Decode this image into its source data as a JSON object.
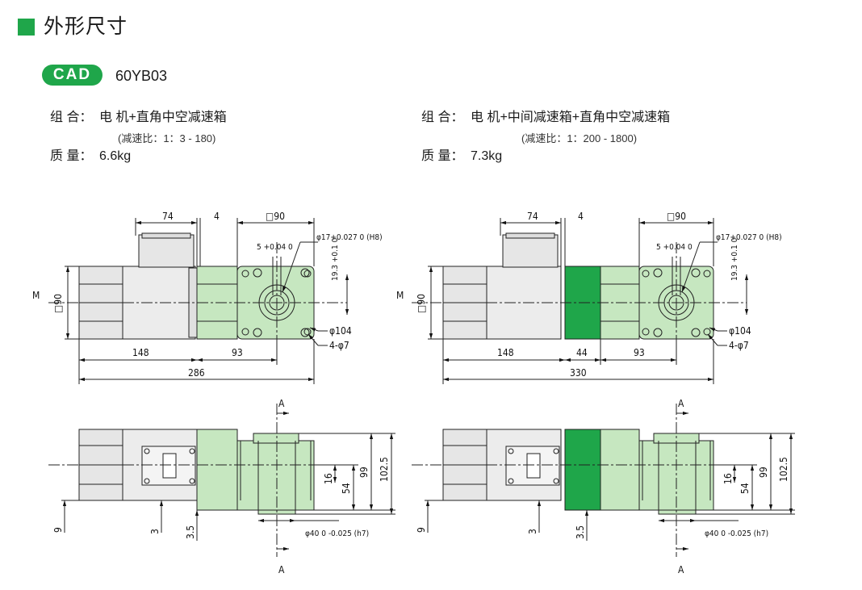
{
  "section": {
    "title": "外形尺寸"
  },
  "badge": {
    "label": "CAD"
  },
  "model": "60YB03",
  "specs": [
    {
      "combo_label": "组 合：",
      "combo_value": "电 机+直角中空减速箱",
      "ratio": "(减速比：1：3 - 180)",
      "mass_label": "质 量：",
      "mass_value": "6.6kg"
    },
    {
      "combo_label": "组 合：",
      "combo_value": "电 机+中间减速箱+直角中空减速箱",
      "ratio": "(减速比：1：200 - 1800)",
      "mass_label": "质 量：",
      "mass_value": "7.3kg"
    }
  ],
  "drawings": [
    {
      "variant": "without-intermediate-gearbox",
      "top": {
        "d74": "74",
        "d4": "4",
        "sq90_top": "□90",
        "bore": "φ17+0.027 0 (H8)",
        "key": "5 +0.04 0",
        "d193": "19.3 +0.1 0",
        "m": "M",
        "sq90_left": "□90",
        "pcd": "φ104",
        "holes": "4-φ7",
        "d148": "148",
        "d93": "93",
        "total": "286"
      },
      "side": {
        "a_top": "A",
        "a_bottom": "A",
        "d16": "16",
        "d54": "54",
        "d99": "99",
        "d1025": "102.5",
        "d9": "9",
        "d3": "3",
        "d35": "3.5",
        "shaft": "φ40 0 -0.025 (h7)"
      }
    },
    {
      "variant": "with-intermediate-gearbox",
      "top": {
        "d74": "74",
        "d4": "4",
        "sq90_top": "□90",
        "bore": "φ17+0.027 0 (H8)",
        "key": "5 +0.04 0",
        "d193": "19.3 +0.1 0",
        "m": "M",
        "sq90_left": "□90",
        "pcd": "φ104",
        "holes": "4-φ7",
        "d148": "148",
        "d44": "44",
        "d93": "93",
        "total": "330"
      },
      "side": {
        "a_top": "A",
        "a_bottom": "A",
        "d16": "16",
        "d54": "54",
        "d99": "99",
        "d1025": "102.5",
        "d9": "9",
        "d3": "3",
        "d35": "3.5",
        "shaft": "φ40 0 -0.025 (h7)"
      }
    }
  ],
  "colors": {
    "brand_green": "#1fa64a",
    "gearbox_light": "#c6e7c0",
    "intermediate_green": "#1fa64a",
    "motor_gray": "#e8e8e8"
  }
}
